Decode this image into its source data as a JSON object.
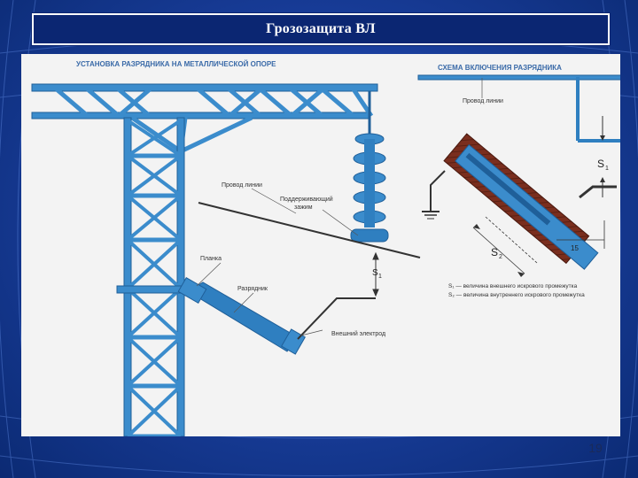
{
  "slide": {
    "title": "Грозозащита ВЛ",
    "page_number": "19"
  },
  "figure": {
    "left_caption": "УСТАНОВКА РАЗРЯДНИКА НА МЕТАЛЛИЧЕСКОЙ ОПОРЕ",
    "right_caption": "СХЕМА ВКЛЮЧЕНИЯ РАЗРЯДНИКА",
    "labels": {
      "line_wire": "Провод линии",
      "support_clamp_line1": "Поддерживающий",
      "support_clamp_line2": "зажим",
      "plate": "Планка",
      "arrester": "Разрядник",
      "external_electrode": "Внешний электрод",
      "s1_left": "S",
      "s1_left_sub": "1",
      "scheme_line_wire": "Провод линии",
      "s1_right": "S",
      "s1_right_sub": "1",
      "s2": "S",
      "s2_sub": "2",
      "dim_15": "15"
    },
    "legend": {
      "line1": "S₁ — величина внешнего искрового промежутка",
      "line2": "S₂ — величина внутреннего искрового промежутка"
    }
  },
  "colors": {
    "steel_blue": "#2f7fc0",
    "steel_dark": "#1f5f99",
    "wood_brown": "#7a2e1e",
    "slide_bg": "#1a3f9e",
    "title_bg": "#0b2672"
  }
}
